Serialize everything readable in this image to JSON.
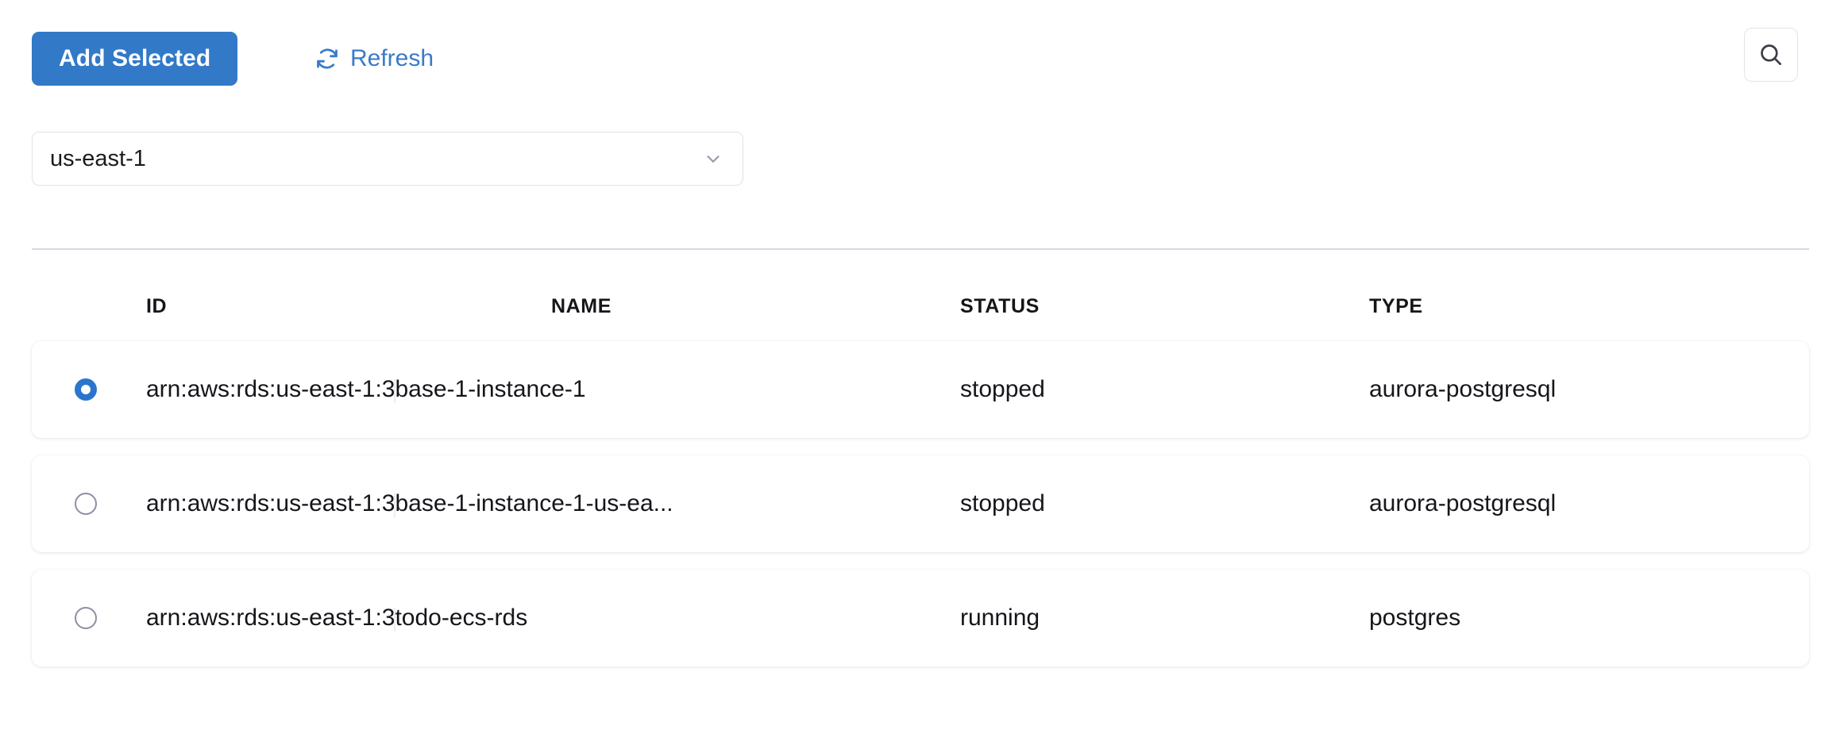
{
  "toolbar": {
    "add_selected_label": "Add Selected",
    "refresh_label": "Refresh",
    "refresh_icon": "refresh-icon",
    "search_icon": "search-icon",
    "accent_color": "#3279c8",
    "link_color": "#3a7bc8"
  },
  "region": {
    "selected": "us-east-1",
    "chevron_icon": "chevron-down-icon"
  },
  "table": {
    "columns": [
      "ID",
      "NAME",
      "STATUS",
      "TYPE"
    ],
    "rows": [
      {
        "selected": true,
        "id_prefix": "arn:aws:rds:us-east-1:3",
        "id_redacted": "           ",
        "id_tail": "base-1-instance-1",
        "name": "",
        "status": "stopped",
        "type": "aurora-postgresql"
      },
      {
        "selected": false,
        "id_prefix": "arn:aws:rds:us-east-1:3",
        "id_redacted": "           ",
        "id_tail": "base-1-instance-1-us-ea...",
        "name": "",
        "status": "stopped",
        "type": "aurora-postgresql"
      },
      {
        "selected": false,
        "id_prefix": "arn:aws:rds:us-east-1:3",
        "id_redacted": "        ",
        "id_tail": "todo-ecs-rds",
        "name": "",
        "status": "running",
        "type": "postgres"
      }
    ]
  }
}
